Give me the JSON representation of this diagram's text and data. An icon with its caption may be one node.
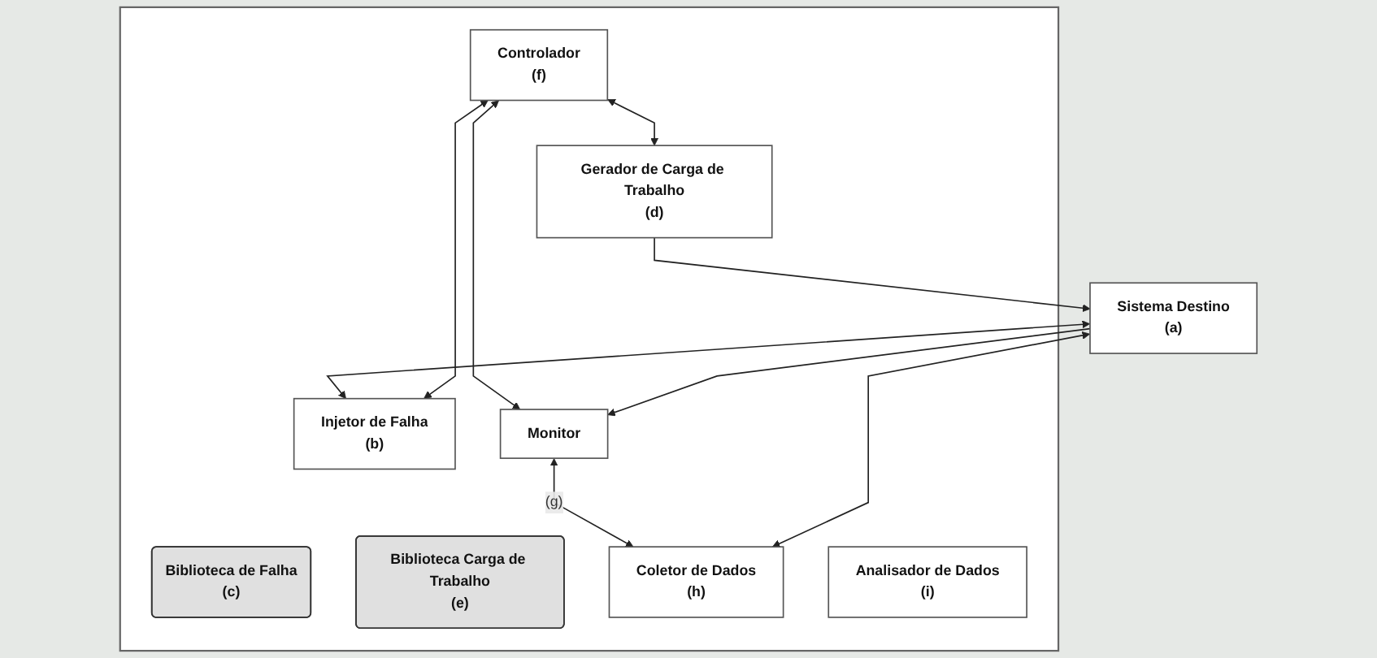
{
  "diagram": {
    "nodes": [
      {
        "text": [],
        "shape": "box"
      },
      {
        "text": [
          "Controlador",
          "(f)"
        ],
        "in": 0
      },
      {
        "text": [
          "Biblioteca de Falha",
          "(c)"
        ],
        "in": 0
      },
      {
        "text": [
          "Injetor de Falha",
          "(b)"
        ],
        "in": 0
      },
      {
        "text": [
          "Biblioteca Carga de Trabalho",
          "(e)"
        ],
        "in": 0
      },
      {
        "text": [
          "Gerador de Carga de Trabalho",
          "(d)"
        ],
        "in": 0
      },
      {
        "text": [
          "Monitor"
        ],
        "in": 0
      },
      {
        "text": [
          "Coletor de Dados",
          "(h)"
        ],
        "in": 0
      },
      {
        "text": [
          "Analisador de Dados",
          "(i)"
        ],
        "in": 0
      },
      {
        "text": [
          "Sistema Destino",
          "(a)"
        ]
      }
    ],
    "edges": [
      {
        "from": 3,
        "to": 1,
        "arrow": "both"
      },
      {
        "from": 1,
        "to": 5,
        "arrow": "both"
      },
      {
        "from": 1,
        "to": 6,
        "arrow": "both"
      },
      {
        "from": 6,
        "to": 7,
        "arrow": "both",
        "label": "(g)"
      },
      {
        "from": 9,
        "to": 3,
        "arrow": "both"
      },
      {
        "from": 5,
        "to": 9,
        "arrow": "to"
      },
      {
        "from": 9,
        "to": 6,
        "arrow": "to"
      },
      {
        "from": 9,
        "to": 7,
        "arrow": "both"
      }
    ]
  }
}
